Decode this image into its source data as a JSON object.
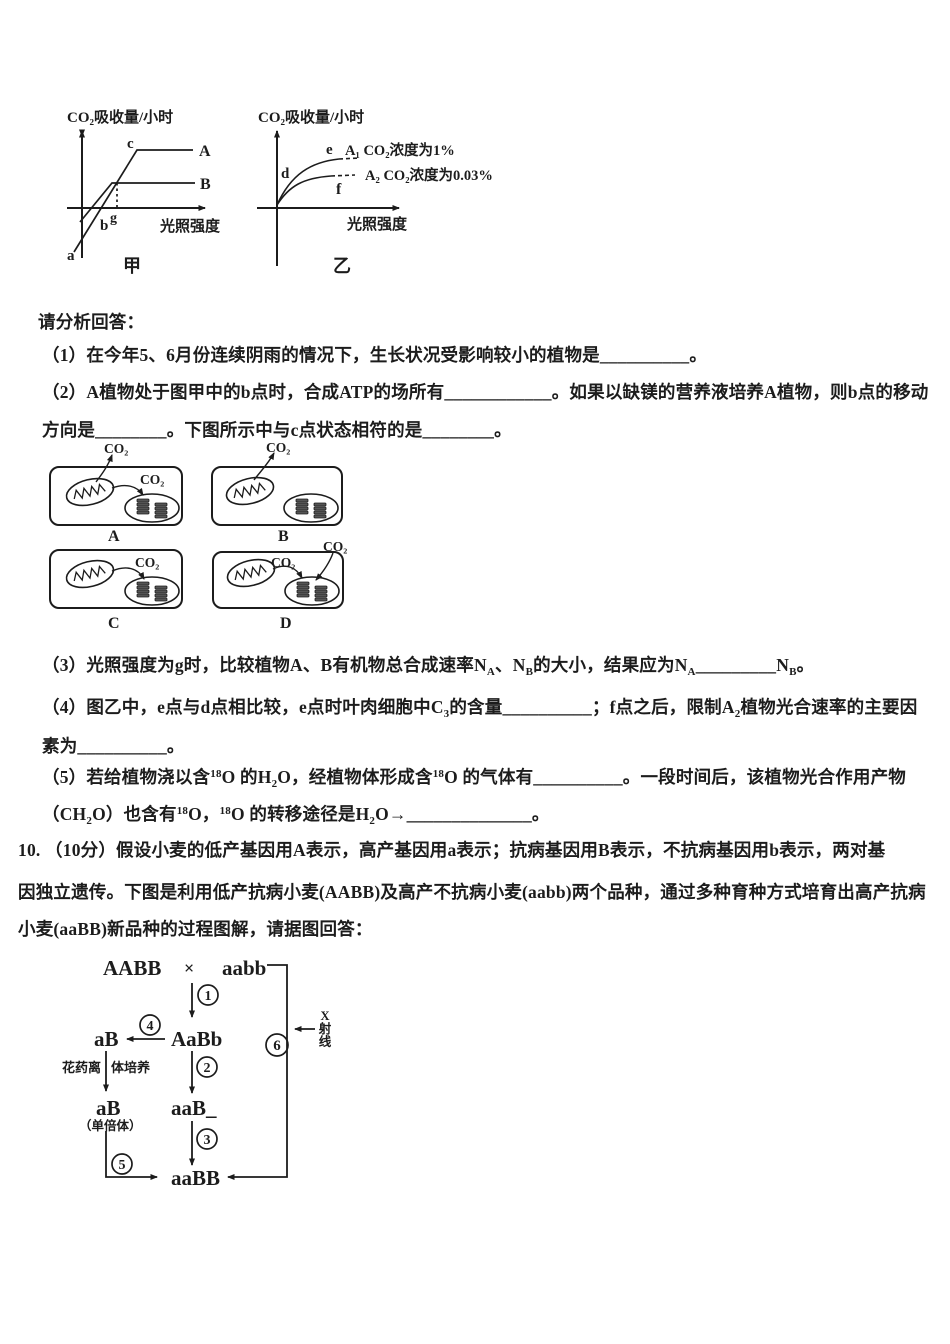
{
  "page": {
    "background": "#ffffff",
    "ink": "#1c1c1c"
  },
  "graph_jia": {
    "y_label": "CO₂吸收量/小时",
    "x_label": "光照强度",
    "caption": "甲",
    "line_a": "A",
    "line_b": "B",
    "pt_a": "a",
    "pt_b": "b",
    "pt_c": "c",
    "pt_g": "g"
  },
  "graph_yi": {
    "y_label": "CO₂吸收量/小时",
    "x_label": "光照强度",
    "caption": "乙",
    "pt_d": "d",
    "pt_e": "e",
    "pt_f": "f",
    "curve1_label": "A₁ CO₂浓度为1%",
    "curve2_label": "A₂ CO₂浓度为0.03%"
  },
  "cells": {
    "co2": "CO₂",
    "labels": [
      "A",
      "B",
      "C",
      "D"
    ]
  },
  "lines": [
    {
      "id": "intro",
      "seg": [
        {
          "t": "请分析回答："
        }
      ]
    },
    {
      "id": "q1",
      "seg": [
        {
          "t": "（1）在今年5、6月份连续阴雨的情况下，生长状况受影响较小的植物是__________。"
        }
      ]
    },
    {
      "id": "q2a",
      "seg": [
        {
          "t": "（2）A植物处于图甲中的b点时，合成ATP的场所有____________。如果以缺镁的营养液培养A植物，则b点的移动"
        }
      ]
    },
    {
      "id": "q2b",
      "seg": [
        {
          "t": "方向是________。下图所示中与c点状态相符的是________。"
        }
      ]
    },
    {
      "id": "q3",
      "seg": [
        {
          "t": "（3）光照强度为g时，比较植物A、B有机物总合成速率N"
        },
        {
          "t": "A",
          "v": "sub"
        },
        {
          "t": "、N"
        },
        {
          "t": "B",
          "v": "sub"
        },
        {
          "t": "的大小，结果应为N"
        },
        {
          "t": "A",
          "v": "sub"
        },
        {
          "t": "_________N"
        },
        {
          "t": "B",
          "v": "sub"
        },
        {
          "t": "。"
        }
      ]
    },
    {
      "id": "q4a",
      "seg": [
        {
          "t": "（4）图乙中，e点与d点相比较，e点时叶肉细胞中C"
        },
        {
          "t": "3",
          "v": "sub"
        },
        {
          "t": "的含量__________；f点之后，限制A"
        },
        {
          "t": "2",
          "v": "sub"
        },
        {
          "t": "植物光合速率的主要因"
        }
      ]
    },
    {
      "id": "q4b",
      "seg": [
        {
          "t": "素为__________。"
        }
      ]
    },
    {
      "id": "q5a",
      "seg": [
        {
          "t": "（5）若给植物浇以含"
        },
        {
          "t": "18",
          "v": "sup"
        },
        {
          "t": "O 的H"
        },
        {
          "t": "2",
          "v": "sub"
        },
        {
          "t": "O，经植物体形成含"
        },
        {
          "t": "18",
          "v": "sup"
        },
        {
          "t": "O 的气体有__________。一段时间后，该植物光合作用产物"
        }
      ]
    },
    {
      "id": "q5b",
      "seg": [
        {
          "t": "（CH"
        },
        {
          "t": "2",
          "v": "sub"
        },
        {
          "t": "O）也含有"
        },
        {
          "t": "18",
          "v": "sup"
        },
        {
          "t": "O，"
        },
        {
          "t": "18",
          "v": "sup"
        },
        {
          "t": "O 的转移途径是H"
        },
        {
          "t": "2",
          "v": "sub"
        },
        {
          "t": "O→______________。"
        }
      ]
    },
    {
      "id": "q10a",
      "seg": [
        {
          "t": "10. （10分）假设小麦的低产基因用A表示，高产基因用a表示；抗病基因用B表示，不抗病基因用b表示，两对基"
        }
      ]
    },
    {
      "id": "q10b",
      "seg": [
        {
          "t": "因独立遗传。下图是利用低产抗病小麦(AABB)及高产不抗病小麦(aabb)两个品种，通过多种育种方式培育出高产抗病"
        }
      ]
    },
    {
      "id": "q10c",
      "seg": [
        {
          "t": "小麦(aaBB)新品种的过程图解，请据图回答："
        }
      ]
    }
  ],
  "breeding": {
    "parent1": "AABB",
    "cross": "×",
    "parent2": "aabb",
    "f1": "AaBb",
    "gamete": "aB",
    "anther_left": "花药离",
    "anther_right": "体培养",
    "haploid": "aB",
    "haploid_note": "（单倍体）",
    "selfed": "aaB_",
    "final": "aaBB",
    "xray": [
      "X",
      "射",
      "线"
    ],
    "steps": [
      "1",
      "2",
      "3",
      "4",
      "5",
      "6"
    ]
  }
}
